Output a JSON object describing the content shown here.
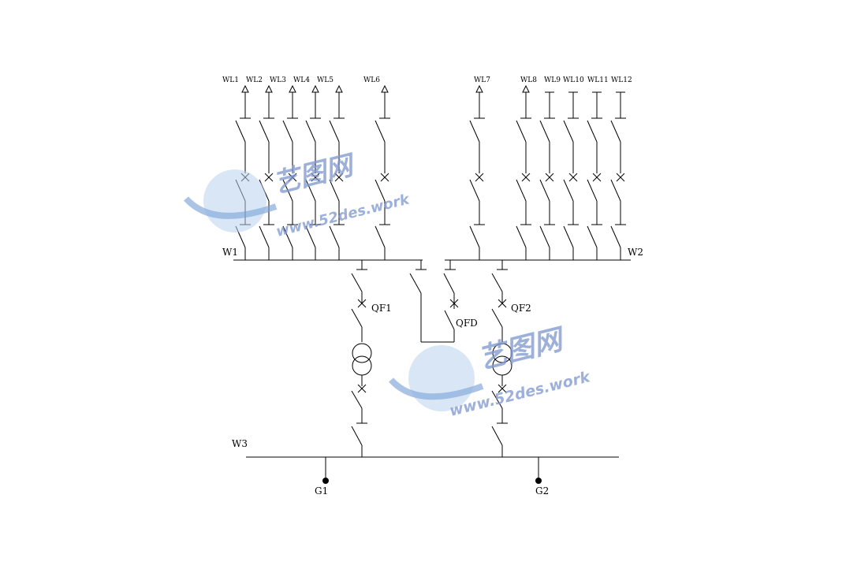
{
  "feeders": {
    "w1": [
      "WL1",
      "WL2",
      "WL3",
      "WL4",
      "WL5",
      "WL6"
    ],
    "w2": [
      "WL7",
      "WL8",
      "WL9",
      "WL10",
      "WL11",
      "WL12"
    ]
  },
  "buses": {
    "w1": "W1",
    "w2": "W2",
    "w3": "W3"
  },
  "breakers": {
    "qf1": "QF1",
    "qf2": "QF2",
    "qfd": "QFD"
  },
  "generators": {
    "g1": "G1",
    "g2": "G2"
  },
  "watermark": {
    "brand": "艺图网",
    "site": "www.52des.work"
  },
  "colors": {
    "line": "#000000",
    "watermark": "#7f98cf"
  }
}
